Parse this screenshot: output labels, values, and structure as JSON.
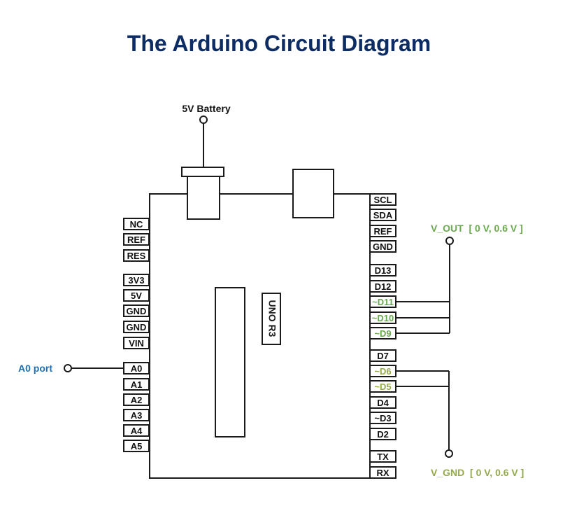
{
  "title": "The Arduino Circuit Diagram",
  "colors": {
    "title": "#0d2c63",
    "outline": "#1a1a1a",
    "a0_label": "#1f6fb2",
    "v_out": "#6aa84f",
    "v_gnd": "#93a94a",
    "pwm_pin": "#6aa84f",
    "pwm_pin_dim": "#93a94a"
  },
  "labels": {
    "battery": "5V Battery",
    "board": "UNO R3",
    "a0_port": "A0 port",
    "v_out": "V_OUT  [ 0 V, 0.6 V ]",
    "v_gnd": "V_GND  [ 0 V, 0.6 V ]"
  },
  "left_pins": [
    "NC",
    "REF",
    "RES",
    "3V3",
    "5V",
    "GND",
    "GND",
    "VIN",
    "A0",
    "A1",
    "A2",
    "A3",
    "A4",
    "A5"
  ],
  "right_pins": [
    "SCL",
    "SDA",
    "REF",
    "GND",
    "D13",
    "D12",
    "~D11",
    "~D10",
    "~D9",
    "D7",
    "~D6",
    "~D5",
    "D4",
    "~D3",
    "D2",
    "TX",
    "RX"
  ],
  "connections": {
    "a0_port": "A0",
    "v_out": [
      "~D11",
      "~D10",
      "~D9"
    ],
    "v_gnd": [
      "~D6",
      "~D5"
    ]
  }
}
